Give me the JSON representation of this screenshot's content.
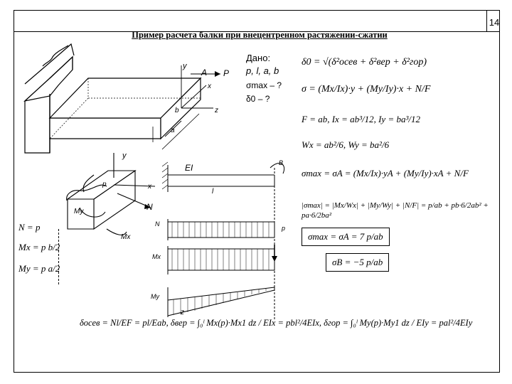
{
  "header": {
    "page_number": "14"
  },
  "title": "Пример расчета балки при внецентренном растяжении-сжатии",
  "given": {
    "label": "Дано:",
    "params": "p, l, a, b",
    "find_sigma": "σmax – ?",
    "find_delta": "δ0 – ?"
  },
  "diagram": {
    "axis_y": "y",
    "axis_x": "x",
    "axis_z": "z",
    "point_A": "A",
    "load_P": "P",
    "dim_a": "a",
    "dim_b": "b",
    "load_p": "p",
    "moment_Mx": "Mx",
    "moment_My": "My",
    "axial_N": "N",
    "beam_length_l": "l",
    "stiffness": "EI",
    "epure_N": "N",
    "epure_Mx": "Mx",
    "epure_My": "My",
    "epure_z": "z",
    "tip_label": "B"
  },
  "forces": {
    "N": "N = p",
    "Mx": "Mx = p b/2",
    "My": "My = p a/2"
  },
  "formulas": {
    "f1": "δ0 = √(δ²осев + δ²вер + δ²гор)",
    "f2": "σ = (Mx/Ix)·y + (My/Iy)·x + N/F",
    "f3": "F = ab, Ix = ab³/12, Iy = ba³/12",
    "f4": "Wx = ab²/6, Wy = ba²/6",
    "f5": "σmax = σA = (Mx/Ix)·yA + (My/Iy)·xA + N/F",
    "f6": "|σmax| = |Mx/Wx| + |My/Wy| + |N/F| = p/ab + pb·6/2ab² + pa·6/2ba²",
    "f7": "σmax = σA = 7 p/ab",
    "f8": "σB = −5 p/ab",
    "bottom": "δосев = Nl/EF = pl/Eab, δвер = ∫₀ˡ Mx(p)·Mx1 dz / EIx = pbl²/4EIx, δгор = ∫₀ˡ My(p)·My1 dz / EIy = pal²/4EIy"
  }
}
